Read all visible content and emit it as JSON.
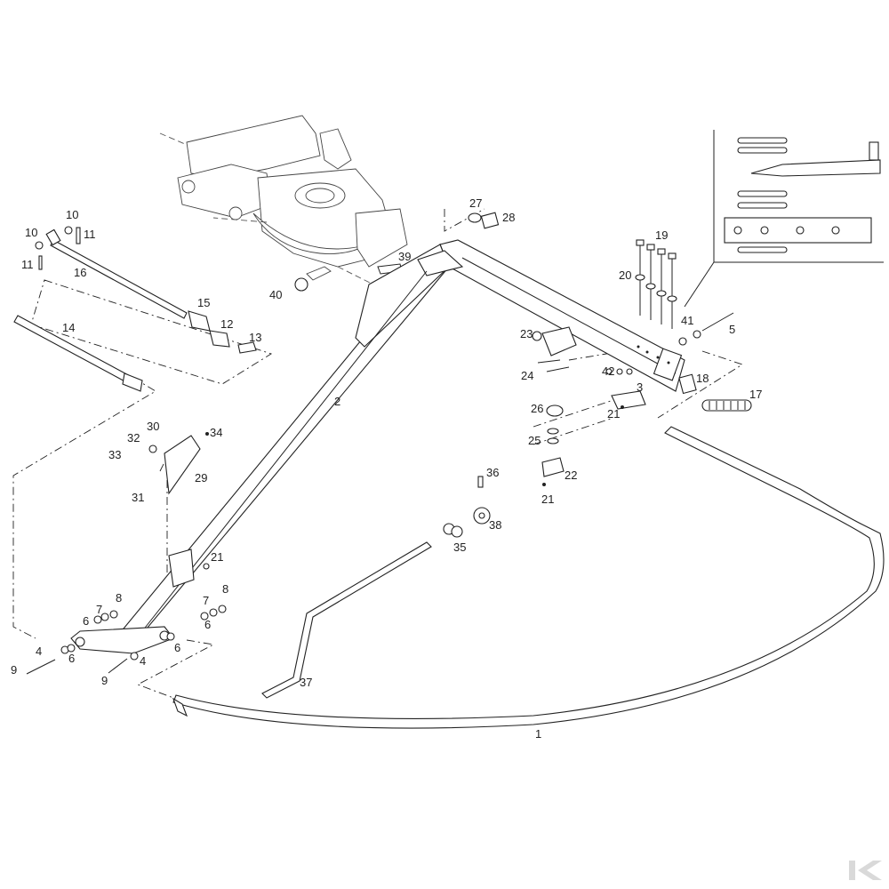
{
  "callouts": [
    "1",
    "2",
    "3",
    "4",
    "4",
    "5",
    "6",
    "6",
    "6",
    "6",
    "7",
    "7",
    "8",
    "8",
    "9",
    "9",
    "10",
    "10",
    "11",
    "11",
    "12",
    "13",
    "14",
    "15",
    "16",
    "17",
    "18",
    "19",
    "20",
    "21",
    "21",
    "21",
    "22",
    "23",
    "24",
    "25",
    "26",
    "27",
    "28",
    "29",
    "30",
    "31",
    "32",
    "33",
    "34",
    "35",
    "36",
    "37",
    "38",
    "39",
    "40",
    "41",
    "42"
  ],
  "colors": {
    "line": "#222222",
    "background": "#ffffff",
    "brand_mark": "#d9d9d9"
  },
  "brand_mark_icon": "kramp-k-logo-icon"
}
